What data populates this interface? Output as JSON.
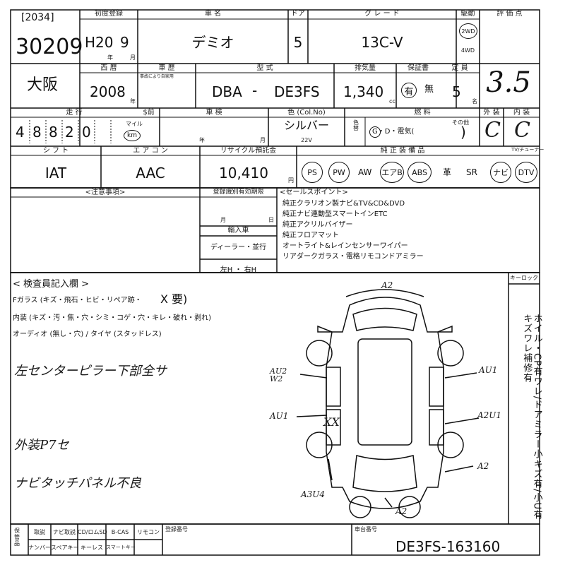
{
  "header": {
    "lot_label": "[2034]",
    "lot_number": "30209",
    "first_reg_label": "初度登録",
    "first_reg_era": "H20",
    "first_reg_month": "9",
    "year_mark": "年",
    "month_mark": "月",
    "name_label": "車 名",
    "car_name": "デミオ",
    "door_label": "ドア",
    "doors": "5",
    "grade_label": "グ レ ー ド",
    "grade": "13C-V",
    "drive_label": "駆動",
    "drive_2wd": "2WD",
    "drive_4wd": "4WD",
    "score_label": "評 価 点",
    "score": "3.5"
  },
  "row2": {
    "region": "大阪",
    "west_year_label": "西 暦",
    "west_year": "2008",
    "year_mark": "年",
    "cert_label": "車 歴",
    "cert_sub": "事故により自家用",
    "type_label": "型 式",
    "type_prefix": "DBA",
    "type_dash": "-",
    "type_code": "DE3FS",
    "disp_label": "排気量",
    "displacement": "1,340",
    "cc": "cc",
    "warranty_label": "保証書",
    "warranty_yes": "有",
    "warranty_no": "無",
    "capacity_label": "定 員",
    "capacity": "5",
    "capacity_unit": "名"
  },
  "row3": {
    "mileage_label": "走 行",
    "mileage_digits": [
      "4",
      "8",
      "8",
      "2",
      "0"
    ],
    "mile": "マイル",
    "km": "km",
    "prev_label": "$前",
    "inspection_label": "車 検",
    "inspection_year": "年",
    "inspection_month": "月",
    "color_label": "色 (Col.No)",
    "color": "シルバー",
    "color_no": "22V",
    "color_change": "色替",
    "fuel_label": "燃 料",
    "fuel_options": "G・D・電気(",
    "fuel_other": "その他",
    "fuel_close": ")",
    "exterior_label": "外 装",
    "exterior": "C",
    "interior_label": "内 装",
    "interior": "C"
  },
  "row4": {
    "shift_label": "シ フ ト",
    "shift": "IAT",
    "ac_label": "エ ア コ ン",
    "ac": "AAC",
    "recycle_label": "リサイクル預託金",
    "recycle": "10,410",
    "yen": "円",
    "equip_label": "純 正 装 備 品",
    "equipment": [
      "PS",
      "PW",
      "AW",
      "エアB",
      "ABS",
      "革",
      "SR",
      "ナビ",
      "DTV"
    ],
    "tv_label": "TV/チューナー"
  },
  "notes": {
    "caution_label": "<注意事項>",
    "reg_label": "登録識別有効期限",
    "reg_month": "月",
    "reg_day": "日",
    "import_label": "輸入車",
    "dealer": "ディーラー・並行",
    "handle": "左H ・ 右H",
    "sales_label": "<セールスポイント>",
    "sales_points": [
      "純正クラリオン製ナビ&TV&CD&DVD",
      "純正ナビ連動型スマートインETC",
      "純正アクリルバイザー",
      "純正フロアマット",
      "オートライト&レインセンサーワイパー",
      "リアダークガラス・電格リモコンドアミラー"
    ]
  },
  "inspector": {
    "title": "< 検査員記入欄 >",
    "glass": "Fガラス (キズ・飛石・ヒビ・リペア跡・",
    "glass_mark": "X 要)",
    "interior": "内装 (キズ・汚・焦・穴・シミ・コゲ・穴・キレ・破れ・剥れ)",
    "audio": "オーディオ (無し・穴) / タイヤ (スタッドレス)",
    "hand1": "左センターピラー下部全サ",
    "hand2": "外装P7セ",
    "hand3": "ナビタッチパネル不良"
  },
  "diagram": {
    "keylock_label": "キーロック",
    "marks": {
      "front": "A2",
      "left_front": "AU2 W2",
      "left_mid": "AU1",
      "xx": "XX",
      "right_front": "AU1",
      "right_mid": "A2U1",
      "right_rear": "A2",
      "left_rear": "A3U4",
      "rear": "A2"
    },
    "side_text": "ホイル・CP有ワレ/ドアミラー小キズ有/小U有キズワレ補修有"
  },
  "footer": {
    "labels_top": [
      "取説",
      "ナビ取説",
      "CD/ロムSD",
      "B-CAS",
      "リモコン"
    ],
    "labels_bottom": [
      "ナンバー",
      "スペアキー",
      "キーレス",
      "スマートキー"
    ],
    "storage": "保管品",
    "reg_no_label": "登録番号",
    "chassis_label": "車台番号",
    "chassis": "DE3FS-163160"
  }
}
